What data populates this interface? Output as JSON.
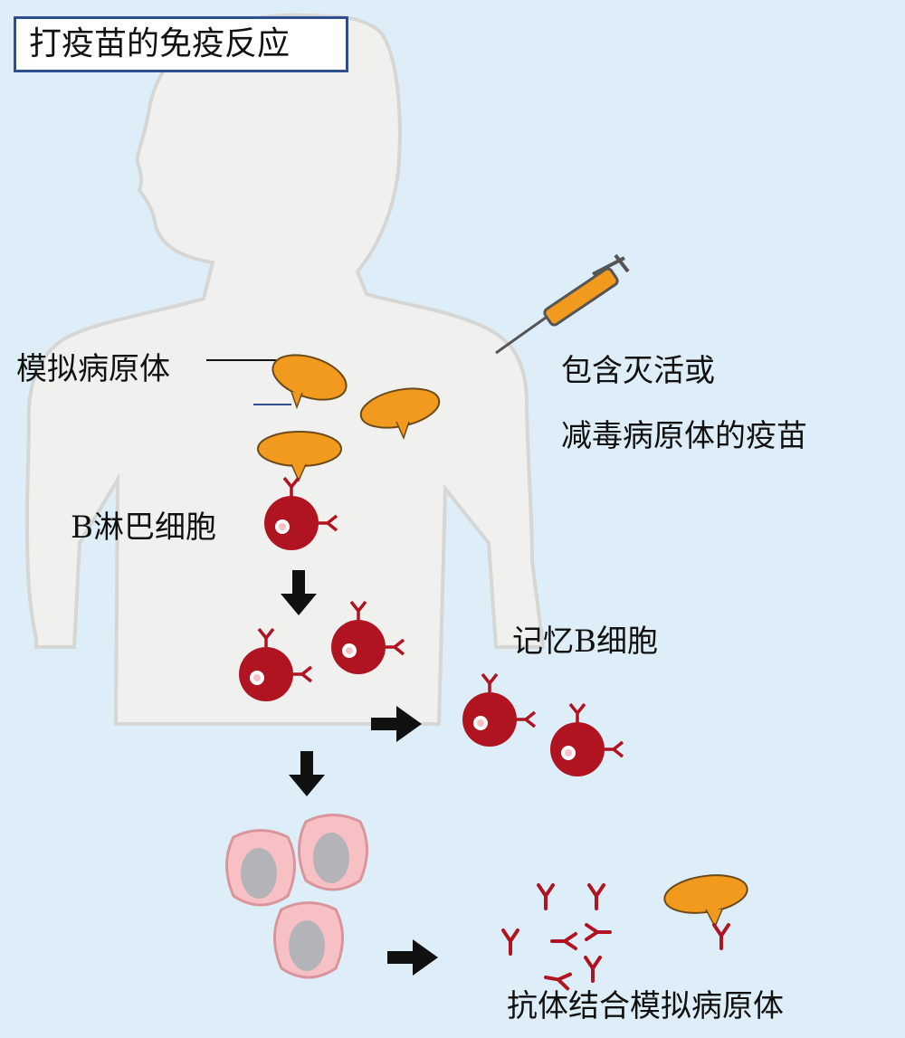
{
  "title": "打疫苗的免疫反应",
  "labels": {
    "mock_pathogen": "模拟病原体",
    "vaccine_line1": "包含灭活或",
    "vaccine_line2": "减毒病原体的疫苗",
    "b_cell": "B淋巴细胞",
    "memory_b_cell": "记忆B细胞",
    "antibody_binding": "抗体结合模拟病原体"
  },
  "colors": {
    "background": "#deeef8",
    "body_silhouette": "#f0f0ee",
    "pathogen": "#f29a1e",
    "b_cell": "#b01420",
    "plasma_cell": "#f6c0c4",
    "antibody": "#b01420",
    "arrow": "#111111"
  },
  "icons": {
    "syringe": "syringe-icon",
    "arrow": "arrow-icon"
  }
}
